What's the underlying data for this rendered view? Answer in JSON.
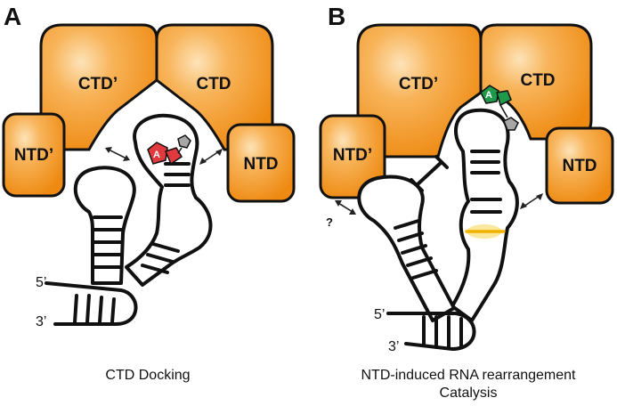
{
  "panel_a": {
    "letter": "A",
    "ctd_prime_label": "CTD’",
    "ctd_label": "CTD",
    "ntd_prime_label": "NTD’",
    "ntd_label": "NTD",
    "five_prime_label": "5’",
    "three_prime_label": "3’",
    "nucleotide_letter": "A",
    "caption": "CTD Docking"
  },
  "panel_b": {
    "letter": "B",
    "ctd_prime_label": "CTD’",
    "ctd_label": "CTD",
    "ntd_prime_label": "NTD’",
    "ntd_label": "NTD",
    "five_prime_label": "5’",
    "three_prime_label": "3’",
    "nucleotide_letter": "A",
    "question_label": "?",
    "caption_line1": "NTD-induced RNA rearrangement",
    "caption_line2": "Catalysis"
  },
  "colors": {
    "domain_orange": "#F39A1E",
    "domain_highlight": "#FBC07A",
    "nucleotide_red": "#E0393E",
    "nucleotide_green": "#1F9A4B",
    "nucleotide_gray": "#A7A7A7",
    "highlight_yellow": "#F7D54A",
    "outline": "#111111"
  }
}
